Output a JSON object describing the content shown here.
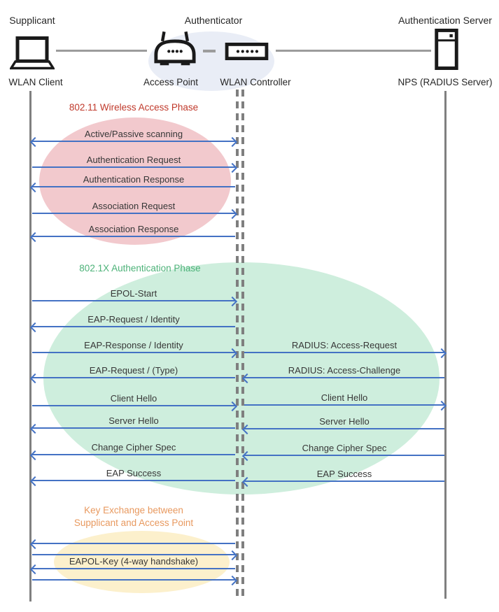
{
  "header": {
    "roles": {
      "supplicant": "Supplicant",
      "authenticator": "Authenticator",
      "authentication_server": "Authentication Server"
    },
    "devices": {
      "wlan_client": "WLAN Client",
      "access_point": "Access Point",
      "wlan_controller": "WLAN Controller",
      "nps": "NPS (RADIUS Server)"
    }
  },
  "phases": {
    "wireless_access": {
      "title": "802.11 Wireless Access Phase",
      "color": "#c0392b",
      "fill": "#f2c9cd"
    },
    "authentication": {
      "title": "802.1X Authentication Phase",
      "color": "#4cb278",
      "fill": "#ceeedd"
    },
    "key_exchange": {
      "title_line1": "Key Exchange between",
      "title_line2": "Supplicant and Access Point",
      "color": "#e8995f",
      "fill": "#fcf0cc"
    }
  },
  "messages": [
    {
      "label": "Active/Passive scanning",
      "segment": "client-controller",
      "direction": "both"
    },
    {
      "label": "Authentication Request",
      "segment": "client-controller",
      "direction": "right"
    },
    {
      "label": "Authentication Response",
      "segment": "client-controller",
      "direction": "left"
    },
    {
      "label": "Association Request",
      "segment": "client-controller",
      "direction": "right"
    },
    {
      "label": "Association Response",
      "segment": "client-controller",
      "direction": "left"
    },
    {
      "label": "EPOL-Start",
      "segment": "client-controller",
      "direction": "right"
    },
    {
      "label": "EAP-Request / Identity",
      "segment": "client-controller",
      "direction": "left"
    },
    {
      "label": "EAP-Response / Identity",
      "segment": "client-controller",
      "direction": "right"
    },
    {
      "label": "EAP-Request / (Type)",
      "segment": "client-controller",
      "direction": "left"
    },
    {
      "label": "Client Hello",
      "segment": "client-controller",
      "direction": "right"
    },
    {
      "label": "Server Hello",
      "segment": "client-controller",
      "direction": "left"
    },
    {
      "label": "Change Cipher Spec",
      "segment": "client-controller",
      "direction": "left"
    },
    {
      "label": "EAP Success",
      "segment": "client-controller",
      "direction": "left"
    },
    {
      "label": "RADIUS: Access-Request",
      "segment": "controller-server",
      "direction": "right"
    },
    {
      "label": "RADIUS: Access-Challenge",
      "segment": "controller-server",
      "direction": "left"
    },
    {
      "label": "Client Hello",
      "segment": "controller-server",
      "direction": "right"
    },
    {
      "label": "Server Hello",
      "segment": "controller-server",
      "direction": "left"
    },
    {
      "label": "Change Cipher Spec",
      "segment": "controller-server",
      "direction": "left"
    },
    {
      "label": "EAP Success",
      "segment": "controller-server",
      "direction": "left"
    },
    {
      "label": "EAPOL-Key (4-way handshake)",
      "segment": "client-controller",
      "direction": "both-sequence"
    }
  ],
  "colors": {
    "arrow": "#4472c4",
    "lifeline": "#808080",
    "connector": "#9c9c9c",
    "authenticator_highlight": "#e9edf6"
  }
}
